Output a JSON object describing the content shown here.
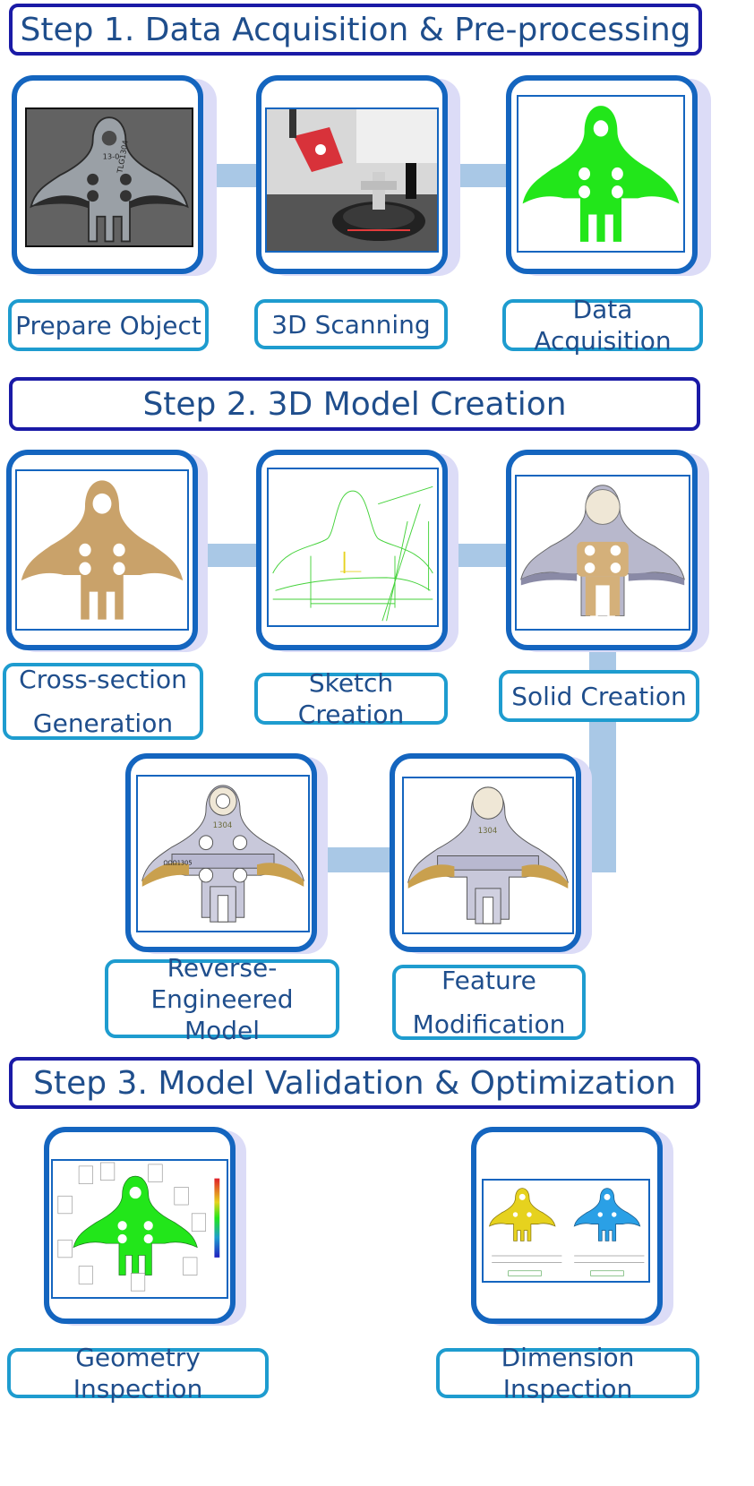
{
  "steps": [
    {
      "title": "Step 1. Data Acquisition & Pre-processing"
    },
    {
      "title": "Step 2. 3D Model Creation"
    },
    {
      "title": "Step 3. Model Validation & Optimization"
    }
  ],
  "step1": {
    "labels": [
      "Prepare Object",
      "3D Scanning",
      "Data Acquisition"
    ],
    "photo_text": [
      "13-0",
      "TLG1304"
    ]
  },
  "step2": {
    "labels": [
      {
        "line1": "Cross-section",
        "line2": "Generation"
      },
      {
        "line1": "Sketch Creation"
      },
      {
        "line1": "Solid Creation"
      },
      {
        "line1": "Reverse-Engineered",
        "line2": "Model"
      },
      {
        "line1": "Feature",
        "line2": "Modification"
      }
    ],
    "part_mark": "1304",
    "part_stamp": "ΩΩΩ1305"
  },
  "step3": {
    "labels": [
      "Geometry Inspection",
      "Dimension Inspection"
    ]
  },
  "colors": {
    "banner_border": "#1a1aa6",
    "card_border": "#1465bf",
    "label_border": "#1e9ccf",
    "connector": "#a9c8e6",
    "text": "#1f4e8c",
    "scan_green": "#22e61a",
    "section_tan": "#c9a26a",
    "inspection_yellow": "#e6d21e",
    "inspection_blue": "#2aa0e6"
  },
  "icons": [
    "pin-icon"
  ]
}
